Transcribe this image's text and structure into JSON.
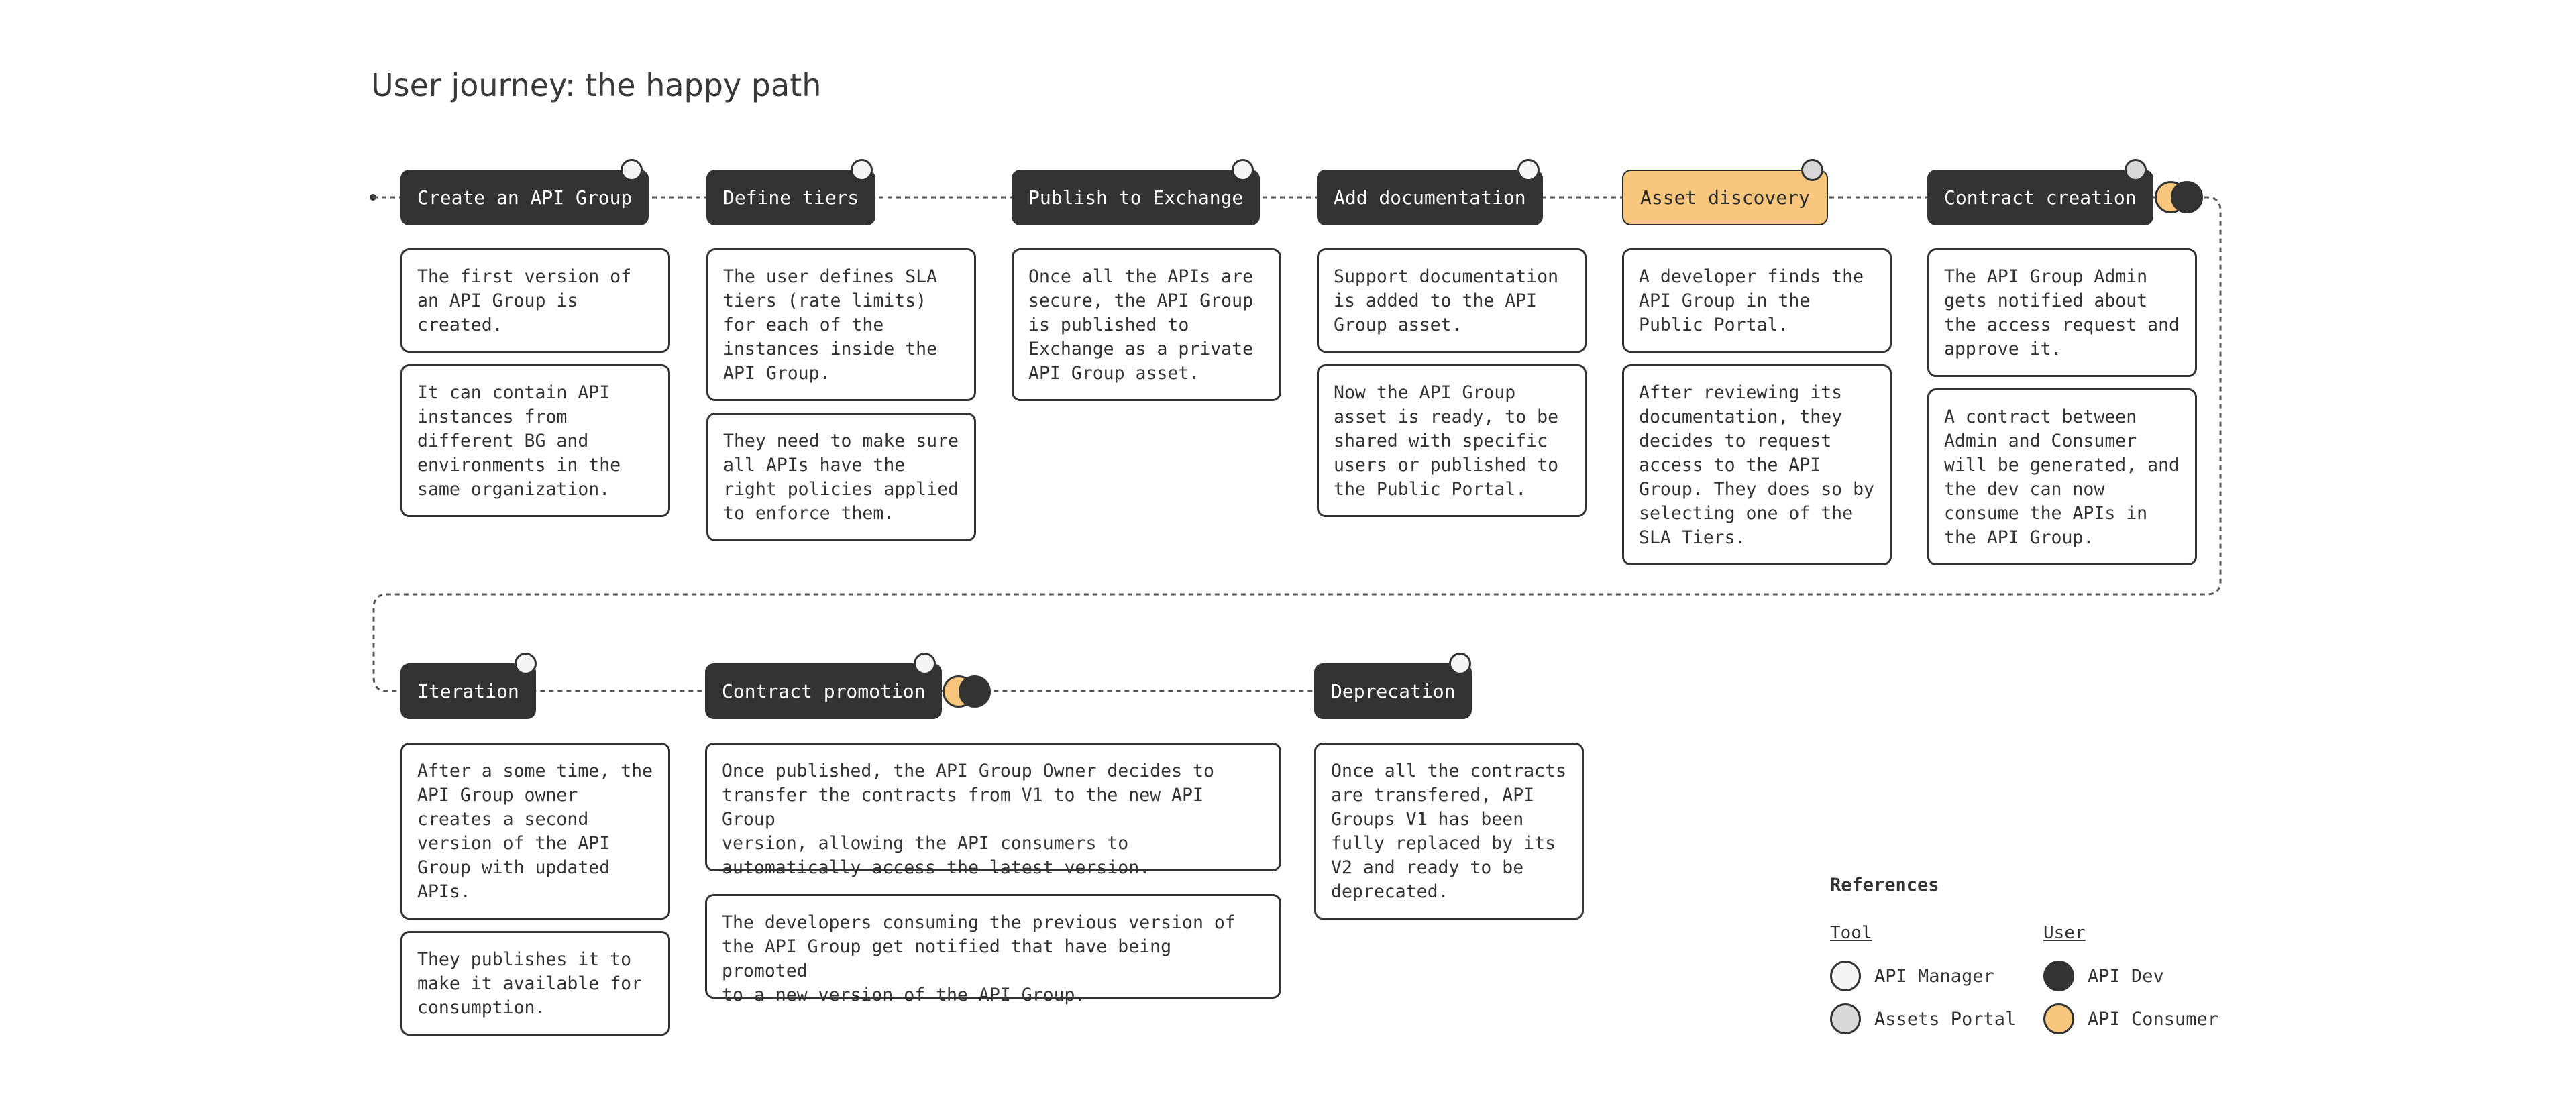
{
  "title": "User journey: the happy path",
  "colors": {
    "dark": "#333333",
    "highlight": "#f8c67c",
    "tool_api_manager": "#f5f5f5",
    "tool_assets_portal": "#d9d7da",
    "user_api_dev": "#333333",
    "user_api_consumer": "#f8c67c"
  },
  "steps": [
    {
      "label": "Create an API Group",
      "tool": "api-manager",
      "cards": [
        "The first version of\nan API Group is\ncreated.",
        "It can contain API\ninstances from\ndifferent BG and\nenvironments in the\nsame organization."
      ]
    },
    {
      "label": "Define tiers",
      "tool": "api-manager",
      "cards": [
        "The user defines SLA\ntiers (rate limits)\nfor each of the\ninstances inside the\nAPI Group.",
        "They need to make sure\nall APIs have the\nright policies applied\nto enforce them."
      ]
    },
    {
      "label": "Publish to Exchange",
      "tool": "api-manager",
      "cards": [
        "Once all the APIs are\nsecure, the API Group\nis published to\nExchange as a private\nAPI Group asset."
      ]
    },
    {
      "label": "Add documentation",
      "tool": "api-manager",
      "cards": [
        "Support documentation\nis added to the API\nGroup asset.",
        "Now the API Group\nasset is ready, to be\nshared with specific\nusers or published to\nthe Public Portal."
      ]
    },
    {
      "label": "Asset discovery",
      "tool": "assets-portal",
      "highlight": true,
      "cards": [
        "A developer finds the\nAPI Group in the\nPublic Portal.",
        "After reviewing its\ndocumentation, they\ndecides to request\naccess to the API\nGroup. They does so by\nselecting one of the\nSLA Tiers."
      ]
    },
    {
      "label": "Contract creation",
      "tool": "assets-portal",
      "users": [
        "api-consumer",
        "api-dev"
      ],
      "cards": [
        "The API Group Admin\ngets notified about\nthe access request and\napprove it.",
        "A contract between\nAdmin and Consumer\nwill be generated, and\nthe dev can now\nconsume the APIs in\nthe API Group."
      ]
    },
    {
      "label": "Iteration",
      "tool": "api-manager",
      "cards": [
        "After a some time, the\nAPI Group owner\ncreates a second\nversion of the API\nGroup with updated\nAPIs.",
        "They publishes it to\nmake it available for\nconsumption."
      ]
    },
    {
      "label": "Contract promotion",
      "tool": "api-manager",
      "users": [
        "api-consumer",
        "api-dev"
      ],
      "cards": [
        "Once published, the API Group Owner decides to\ntransfer the contracts from V1 to the new API Group\nversion, allowing the API consumers to\nautomatically access the latest version.",
        "The developers consuming the previous version of\nthe API Group get notified that have being promoted\nto a new version of the API Group."
      ]
    },
    {
      "label": "Deprecation",
      "tool": "api-manager",
      "cards": [
        "Once all the contracts\nare transfered, API\nGroups V1 has been\nfully replaced by its\nV2 and ready to be\ndeprecated."
      ]
    }
  ],
  "references": {
    "heading": "References",
    "tool_heading": "Tool",
    "user_heading": "User",
    "tools": [
      "API Manager",
      "Assets Portal"
    ],
    "users": [
      "API Dev",
      "API Consumer"
    ]
  }
}
